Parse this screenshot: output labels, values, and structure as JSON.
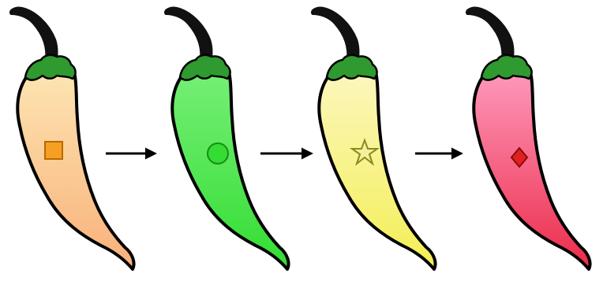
{
  "diagram": {
    "stages": [
      {
        "name": "pale-orange",
        "body_top": "#fde8b5",
        "body_bottom": "#f9b07a",
        "marker": "square",
        "marker_fill": "#f5a022",
        "marker_stroke": "#b86a00"
      },
      {
        "name": "green",
        "body_top": "#7af07a",
        "body_bottom": "#33dd33",
        "marker": "circle",
        "marker_fill": "#33dd33",
        "marker_stroke": "#1a8a1a"
      },
      {
        "name": "yellow",
        "body_top": "#fdf7c4",
        "body_bottom": "#f3ef55",
        "marker": "star",
        "marker_fill": "#f3ef9a",
        "marker_stroke": "#8a8a20"
      },
      {
        "name": "red",
        "body_top": "#ff9fc2",
        "body_bottom": "#ec2b4a",
        "marker": "diamond",
        "marker_fill": "#e02020",
        "marker_stroke": "#8a0a0a"
      }
    ],
    "connector": "arrow",
    "colors": {
      "outline": "#000000",
      "stem": "#111111",
      "leaf": "#2f9a2f",
      "leaf_dark": "#1b5e1b",
      "arrow": "#000000"
    }
  }
}
